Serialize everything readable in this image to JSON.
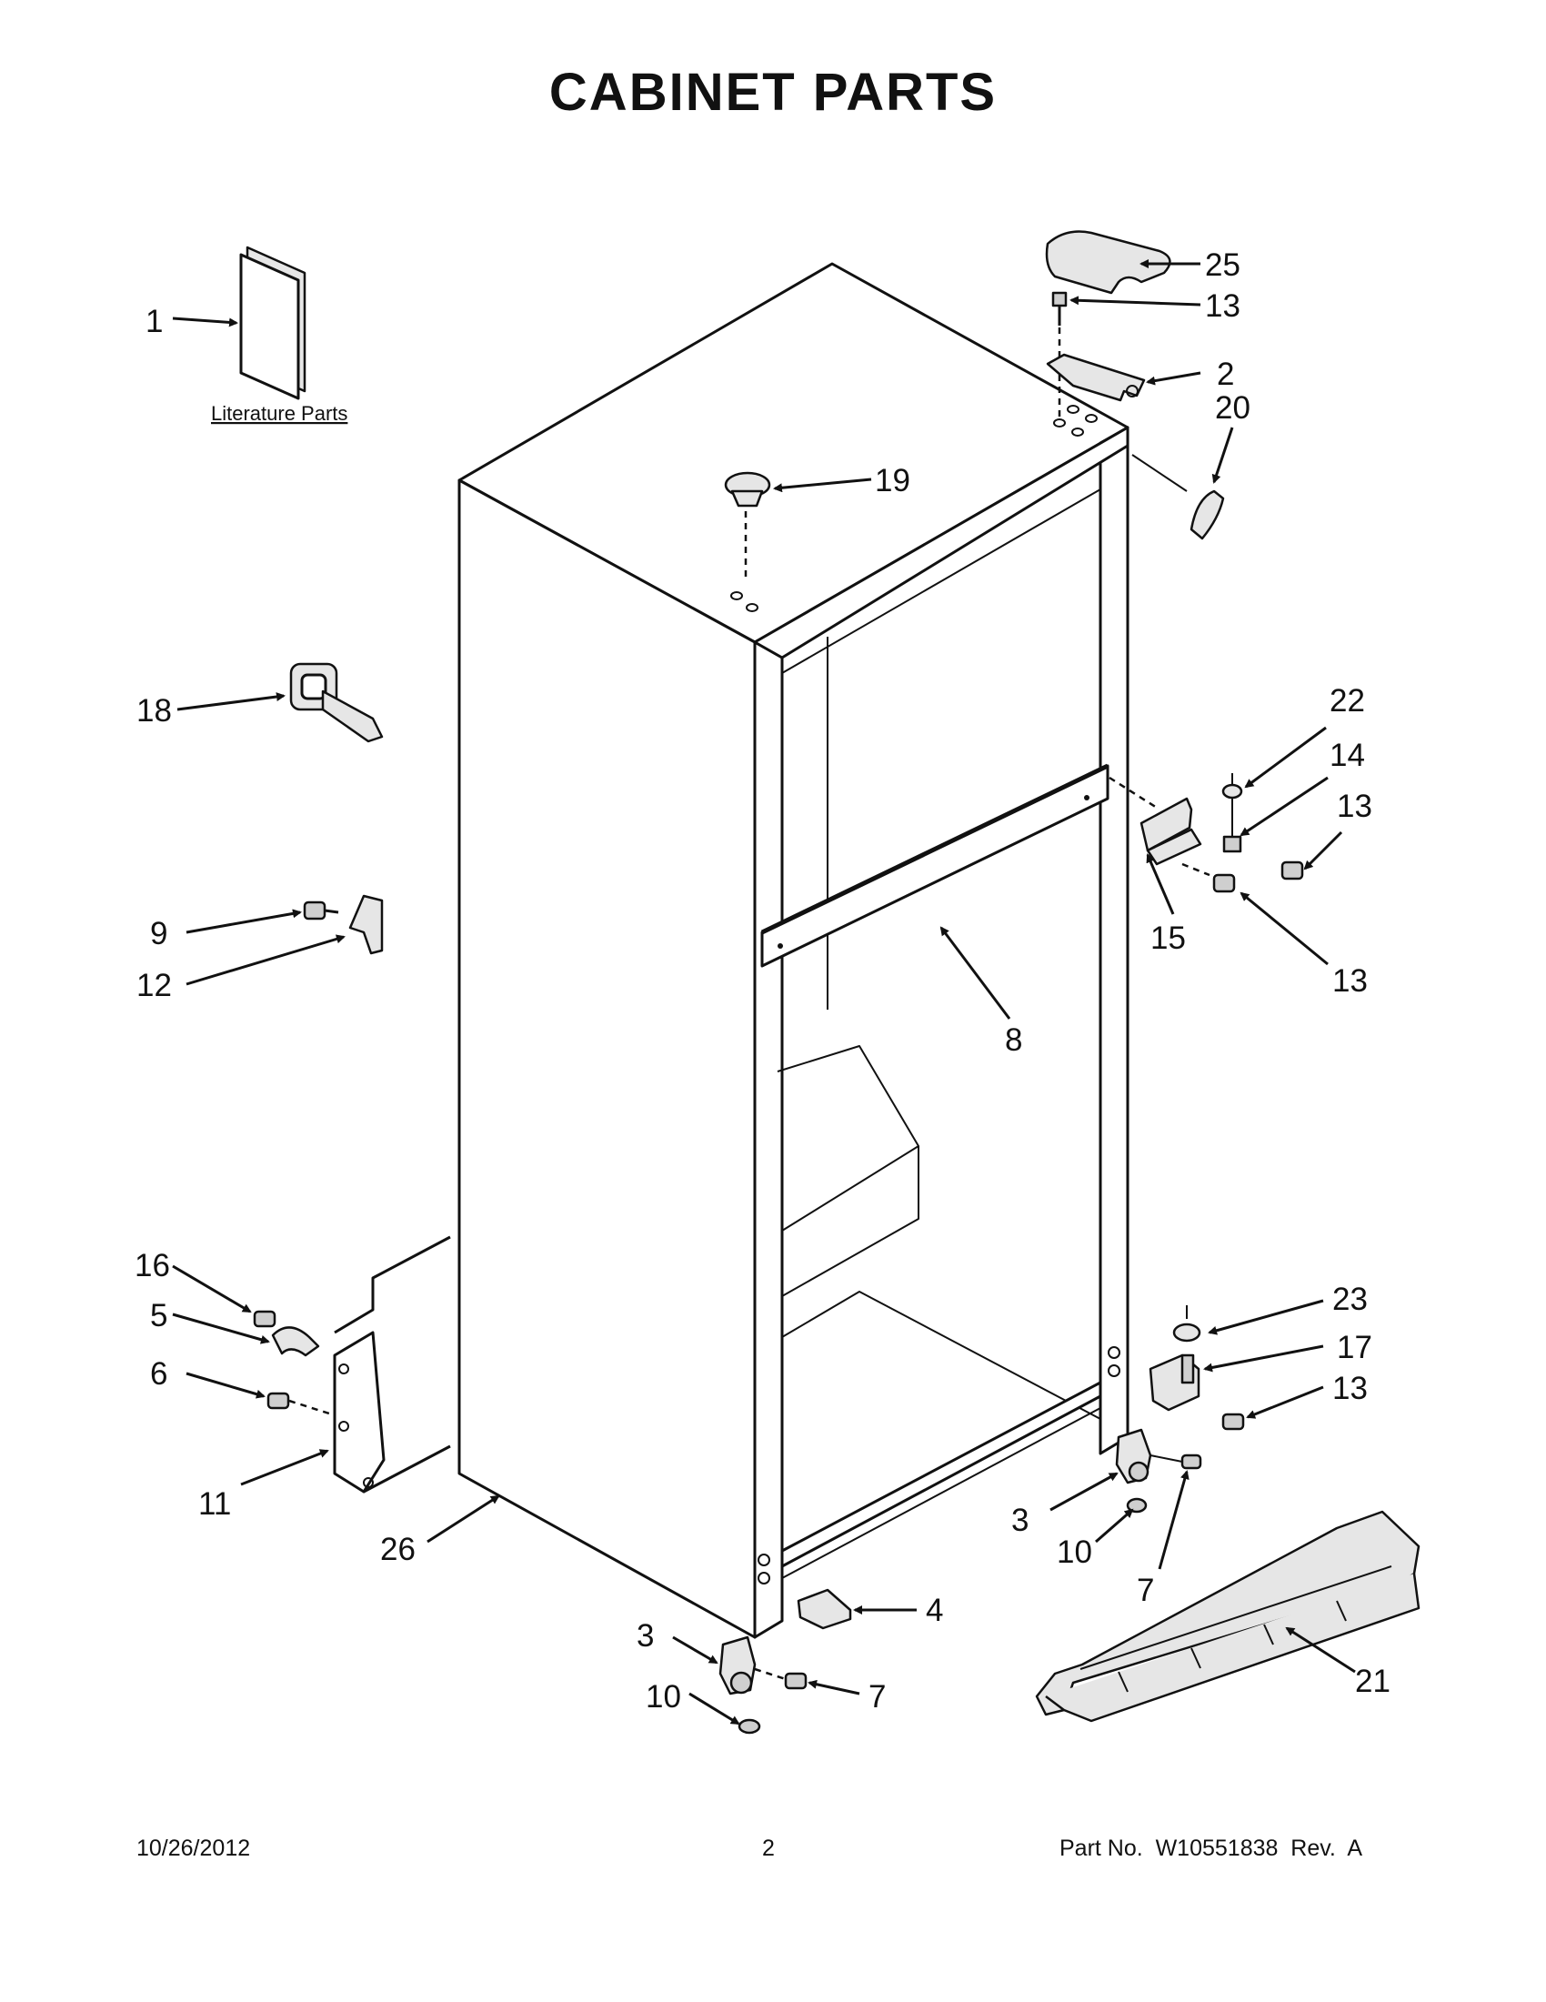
{
  "title": "CABINET PARTS",
  "literature_label": "Literature Parts",
  "callouts": {
    "c1": "1",
    "c2": "2",
    "c3a": "3",
    "c3b": "3",
    "c4": "4",
    "c5": "5",
    "c6": "6",
    "c7a": "7",
    "c7b": "7",
    "c8": "8",
    "c9": "9",
    "c10a": "10",
    "c10b": "10",
    "c11": "11",
    "c12": "12",
    "c13a": "13",
    "c13b": "13",
    "c13c": "13",
    "c13d": "13",
    "c14": "14",
    "c15": "15",
    "c16": "16",
    "c17": "17",
    "c18": "18",
    "c19": "19",
    "c20": "20",
    "c21": "21",
    "c22": "22",
    "c23": "23",
    "c25": "25",
    "c26": "26"
  },
  "footer": {
    "date": "10/26/2012",
    "page": "2",
    "part_no": "Part No.  W10551838  Rev.  A"
  }
}
